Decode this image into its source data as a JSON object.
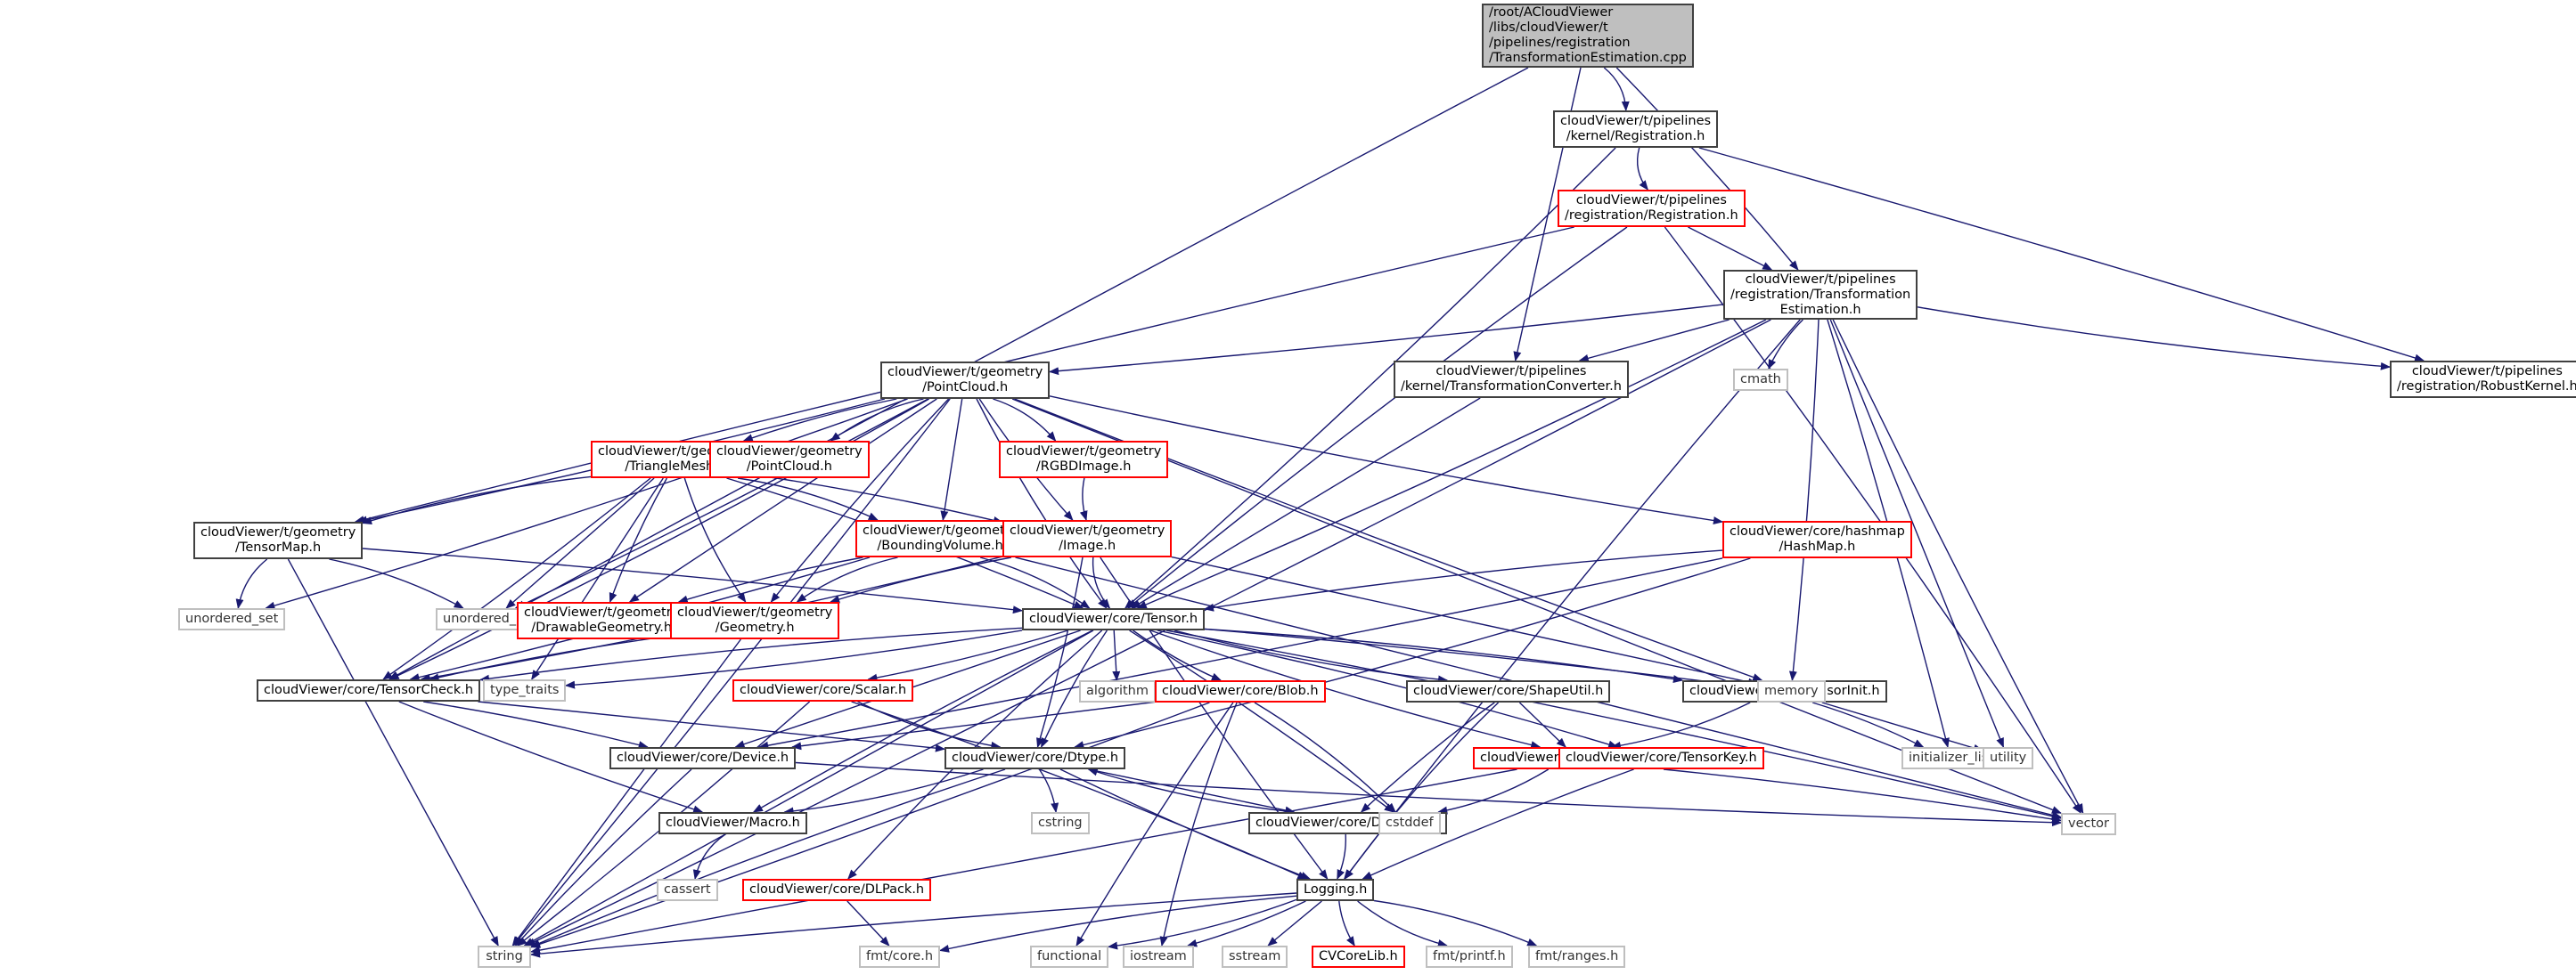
{
  "title": "Include dependency graph for TransformationEstimation.cpp",
  "colors": {
    "edge": "#191970",
    "root_fill": "#bfbfbf",
    "documented_border": "#404040",
    "undocumented_border": "#ff0000",
    "system_border": "#bfbfbf"
  },
  "nodes": [
    {
      "id": "root",
      "kind": "root",
      "lines": [
        "/root/ACloudViewer",
        "/libs/cloudViewer/t",
        "/pipelines/registration",
        "/TransformationEstimation.cpp"
      ]
    },
    {
      "id": "kreg",
      "kind": "doc",
      "lines": [
        "cloudViewer/t/pipelines",
        "/kernel/Registration.h"
      ]
    },
    {
      "id": "preg",
      "kind": "red",
      "lines": [
        "cloudViewer/t/pipelines",
        "/registration/Registration.h"
      ]
    },
    {
      "id": "te",
      "kind": "doc",
      "lines": [
        "cloudViewer/t/pipelines",
        "/registration/Transformation",
        "Estimation.h"
      ]
    },
    {
      "id": "tconv",
      "kind": "doc",
      "lines": [
        "cloudViewer/t/pipelines",
        "/kernel/TransformationConverter.h"
      ]
    },
    {
      "id": "cmath",
      "kind": "sys",
      "lines": [
        "cmath"
      ]
    },
    {
      "id": "robust",
      "kind": "doc",
      "lines": [
        "cloudViewer/t/pipelines",
        "/registration/RobustKernel.h"
      ]
    },
    {
      "id": "tpc",
      "kind": "doc",
      "lines": [
        "cloudViewer/t/geometry",
        "/PointCloud.h"
      ]
    },
    {
      "id": "tmesh",
      "kind": "red",
      "lines": [
        "cloudViewer/t/geometry",
        "/TriangleMesh.h"
      ]
    },
    {
      "id": "gpc",
      "kind": "red",
      "lines": [
        "cloudViewer/geometry",
        "/PointCloud.h"
      ]
    },
    {
      "id": "rgbd",
      "kind": "red",
      "lines": [
        "cloudViewer/t/geometry",
        "/RGBDImage.h"
      ]
    },
    {
      "id": "tmap",
      "kind": "doc",
      "lines": [
        "cloudViewer/t/geometry",
        "/TensorMap.h"
      ]
    },
    {
      "id": "bvol",
      "kind": "red",
      "lines": [
        "cloudViewer/t/geometry",
        "/BoundingVolume.h"
      ]
    },
    {
      "id": "img",
      "kind": "red",
      "lines": [
        "cloudViewer/t/geometry",
        "/Image.h"
      ]
    },
    {
      "id": "hmap",
      "kind": "red",
      "lines": [
        "cloudViewer/core/hashmap",
        "/HashMap.h"
      ]
    },
    {
      "id": "uset",
      "kind": "sys",
      "lines": [
        "unordered_set"
      ]
    },
    {
      "id": "umap",
      "kind": "sys",
      "lines": [
        "unordered_map"
      ]
    },
    {
      "id": "dgeom",
      "kind": "red",
      "lines": [
        "cloudViewer/t/geometry",
        "/DrawableGeometry.h"
      ]
    },
    {
      "id": "geom",
      "kind": "red",
      "lines": [
        "cloudViewer/t/geometry",
        "/Geometry.h"
      ]
    },
    {
      "id": "tensor",
      "kind": "doc",
      "lines": [
        "cloudViewer/core/Tensor.h"
      ]
    },
    {
      "id": "tcheck",
      "kind": "doc",
      "lines": [
        "cloudViewer/core/TensorCheck.h"
      ]
    },
    {
      "id": "ttraits",
      "kind": "sys",
      "lines": [
        "type_traits"
      ]
    },
    {
      "id": "scalar",
      "kind": "red",
      "lines": [
        "cloudViewer/core/Scalar.h"
      ]
    },
    {
      "id": "algo",
      "kind": "sys",
      "lines": [
        "algorithm"
      ]
    },
    {
      "id": "blob",
      "kind": "red",
      "lines": [
        "cloudViewer/core/Blob.h"
      ]
    },
    {
      "id": "shape",
      "kind": "doc",
      "lines": [
        "cloudViewer/core/ShapeUtil.h"
      ]
    },
    {
      "id": "tinit",
      "kind": "doc",
      "lines": [
        "cloudViewer/core/TensorInit.h"
      ]
    },
    {
      "id": "memory",
      "kind": "sys",
      "lines": [
        "memory"
      ]
    },
    {
      "id": "device",
      "kind": "doc",
      "lines": [
        "cloudViewer/core/Device.h"
      ]
    },
    {
      "id": "dtype",
      "kind": "doc",
      "lines": [
        "cloudViewer/core/Dtype.h"
      ]
    },
    {
      "id": "sizevec",
      "kind": "red",
      "lines": [
        "cloudViewer/core/SizeVector.h"
      ]
    },
    {
      "id": "tkey",
      "kind": "red",
      "lines": [
        "cloudViewer/core/TensorKey.h"
      ]
    },
    {
      "id": "initlist",
      "kind": "sys",
      "lines": [
        "initializer_list"
      ]
    },
    {
      "id": "utility",
      "kind": "sys",
      "lines": [
        "utility"
      ]
    },
    {
      "id": "macro",
      "kind": "doc",
      "lines": [
        "cloudViewer/Macro.h"
      ]
    },
    {
      "id": "cstring",
      "kind": "sys",
      "lines": [
        "cstring"
      ]
    },
    {
      "id": "dispatch",
      "kind": "doc",
      "lines": [
        "cloudViewer/core/Dispatch.h"
      ]
    },
    {
      "id": "cstddef",
      "kind": "sys",
      "lines": [
        "cstddef"
      ]
    },
    {
      "id": "vector",
      "kind": "sys",
      "lines": [
        "vector"
      ]
    },
    {
      "id": "cassert",
      "kind": "sys",
      "lines": [
        "cassert"
      ]
    },
    {
      "id": "dlpack",
      "kind": "red",
      "lines": [
        "cloudViewer/core/DLPack.h"
      ]
    },
    {
      "id": "logging",
      "kind": "doc",
      "lines": [
        "Logging.h"
      ]
    },
    {
      "id": "string",
      "kind": "sys",
      "lines": [
        "string"
      ]
    },
    {
      "id": "fmtcore",
      "kind": "sys",
      "lines": [
        "fmt/core.h"
      ]
    },
    {
      "id": "functional",
      "kind": "sys",
      "lines": [
        "functional"
      ]
    },
    {
      "id": "iostream",
      "kind": "sys",
      "lines": [
        "iostream"
      ]
    },
    {
      "id": "sstream",
      "kind": "sys",
      "lines": [
        "sstream"
      ]
    },
    {
      "id": "cvcore",
      "kind": "red",
      "lines": [
        "CVCoreLib.h"
      ]
    },
    {
      "id": "fmtprintf",
      "kind": "sys",
      "lines": [
        "fmt/printf.h"
      ]
    },
    {
      "id": "fmtranges",
      "kind": "sys",
      "lines": [
        "fmt/ranges.h"
      ]
    }
  ],
  "edges": [
    [
      "root",
      "kreg"
    ],
    [
      "root",
      "te"
    ],
    [
      "root",
      "tconv"
    ],
    [
      "root",
      "tcheck"
    ],
    [
      "kreg",
      "preg"
    ],
    [
      "kreg",
      "tensor"
    ],
    [
      "kreg",
      "robust"
    ],
    [
      "preg",
      "te"
    ],
    [
      "preg",
      "tmap"
    ],
    [
      "preg",
      "tensor"
    ],
    [
      "preg",
      "vector"
    ],
    [
      "te",
      "tpc"
    ],
    [
      "te",
      "tconv"
    ],
    [
      "te",
      "cmath"
    ],
    [
      "te",
      "robust"
    ],
    [
      "te",
      "tensor"
    ],
    [
      "te",
      "memory"
    ],
    [
      "te",
      "utility"
    ],
    [
      "te",
      "vector"
    ],
    [
      "te",
      "logging"
    ],
    [
      "te",
      "string"
    ],
    [
      "te",
      "initlist"
    ],
    [
      "tconv",
      "tensor"
    ],
    [
      "tpc",
      "tmesh"
    ],
    [
      "tpc",
      "gpc"
    ],
    [
      "tpc",
      "rgbd"
    ],
    [
      "tpc",
      "tmap"
    ],
    [
      "tpc",
      "bvol"
    ],
    [
      "tpc",
      "img"
    ],
    [
      "tpc",
      "hmap"
    ],
    [
      "tpc",
      "uset"
    ],
    [
      "tpc",
      "umap"
    ],
    [
      "tpc",
      "dgeom"
    ],
    [
      "tpc",
      "geom"
    ],
    [
      "tpc",
      "tensor"
    ],
    [
      "tpc",
      "tcheck"
    ],
    [
      "tpc",
      "string"
    ],
    [
      "tpc",
      "vector"
    ],
    [
      "tpc",
      "memory"
    ],
    [
      "tmesh",
      "tmap"
    ],
    [
      "tmesh",
      "bvol"
    ],
    [
      "tmesh",
      "img"
    ],
    [
      "tmesh",
      "umap"
    ],
    [
      "tmesh",
      "dgeom"
    ],
    [
      "tmesh",
      "geom"
    ],
    [
      "tmesh",
      "tensor"
    ],
    [
      "tmesh",
      "tcheck"
    ],
    [
      "tmesh",
      "ttraits"
    ],
    [
      "rgbd",
      "img"
    ],
    [
      "tmap",
      "uset"
    ],
    [
      "tmap",
      "umap"
    ],
    [
      "tmap",
      "tensor"
    ],
    [
      "tmap",
      "string"
    ],
    [
      "bvol",
      "dgeom"
    ],
    [
      "bvol",
      "geom"
    ],
    [
      "bvol",
      "tensor"
    ],
    [
      "bvol",
      "tcheck"
    ],
    [
      "bvol",
      "vector"
    ],
    [
      "img",
      "geom"
    ],
    [
      "img",
      "tensor"
    ],
    [
      "img",
      "tcheck"
    ],
    [
      "img",
      "dtype"
    ],
    [
      "img",
      "memory"
    ],
    [
      "img",
      "logging"
    ],
    [
      "hmap",
      "tensor"
    ],
    [
      "hmap",
      "dtype"
    ],
    [
      "hmap",
      "device"
    ],
    [
      "geom",
      "string"
    ],
    [
      "geom",
      "tcheck"
    ],
    [
      "tensor",
      "tcheck"
    ],
    [
      "tensor",
      "ttraits"
    ],
    [
      "tensor",
      "scalar"
    ],
    [
      "tensor",
      "algo"
    ],
    [
      "tensor",
      "blob"
    ],
    [
      "tensor",
      "shape"
    ],
    [
      "tensor",
      "tinit"
    ],
    [
      "tensor",
      "memory"
    ],
    [
      "tensor",
      "device"
    ],
    [
      "tensor",
      "dtype"
    ],
    [
      "tensor",
      "sizevec"
    ],
    [
      "tensor",
      "tkey"
    ],
    [
      "tensor",
      "cstddef"
    ],
    [
      "tensor",
      "string"
    ],
    [
      "tensor",
      "macro"
    ],
    [
      "tensor",
      "dlpack"
    ],
    [
      "tensor",
      "vector"
    ],
    [
      "tcheck",
      "device"
    ],
    [
      "tcheck",
      "dtype"
    ],
    [
      "tcheck",
      "macro"
    ],
    [
      "scalar",
      "dtype"
    ],
    [
      "scalar",
      "logging"
    ],
    [
      "scalar",
      "string"
    ],
    [
      "blob",
      "device"
    ],
    [
      "blob",
      "functional"
    ],
    [
      "blob",
      "iostream"
    ],
    [
      "blob",
      "cstddef"
    ],
    [
      "blob",
      "string"
    ],
    [
      "shape",
      "sizevec"
    ],
    [
      "shape",
      "dispatch"
    ],
    [
      "shape",
      "logging"
    ],
    [
      "tinit",
      "sizevec"
    ],
    [
      "tinit",
      "initlist"
    ],
    [
      "tinit",
      "utility"
    ],
    [
      "device",
      "string"
    ],
    [
      "device",
      "vector"
    ],
    [
      "dtype",
      "macro"
    ],
    [
      "dtype",
      "cstring"
    ],
    [
      "dtype",
      "dispatch"
    ],
    [
      "dtype",
      "logging"
    ],
    [
      "dtype",
      "string"
    ],
    [
      "sizevec",
      "cstddef"
    ],
    [
      "sizevec",
      "vector"
    ],
    [
      "sizevec",
      "string"
    ],
    [
      "tkey",
      "logging"
    ],
    [
      "macro",
      "cassert"
    ],
    [
      "dispatch",
      "dtype"
    ],
    [
      "dispatch",
      "logging"
    ],
    [
      "dlpack",
      "fmtcore"
    ],
    [
      "logging",
      "string"
    ],
    [
      "logging",
      "fmtcore"
    ],
    [
      "logging",
      "functional"
    ],
    [
      "logging",
      "iostream"
    ],
    [
      "logging",
      "sstream"
    ],
    [
      "logging",
      "cvcore"
    ],
    [
      "logging",
      "fmtprintf"
    ],
    [
      "logging",
      "fmtranges"
    ]
  ]
}
